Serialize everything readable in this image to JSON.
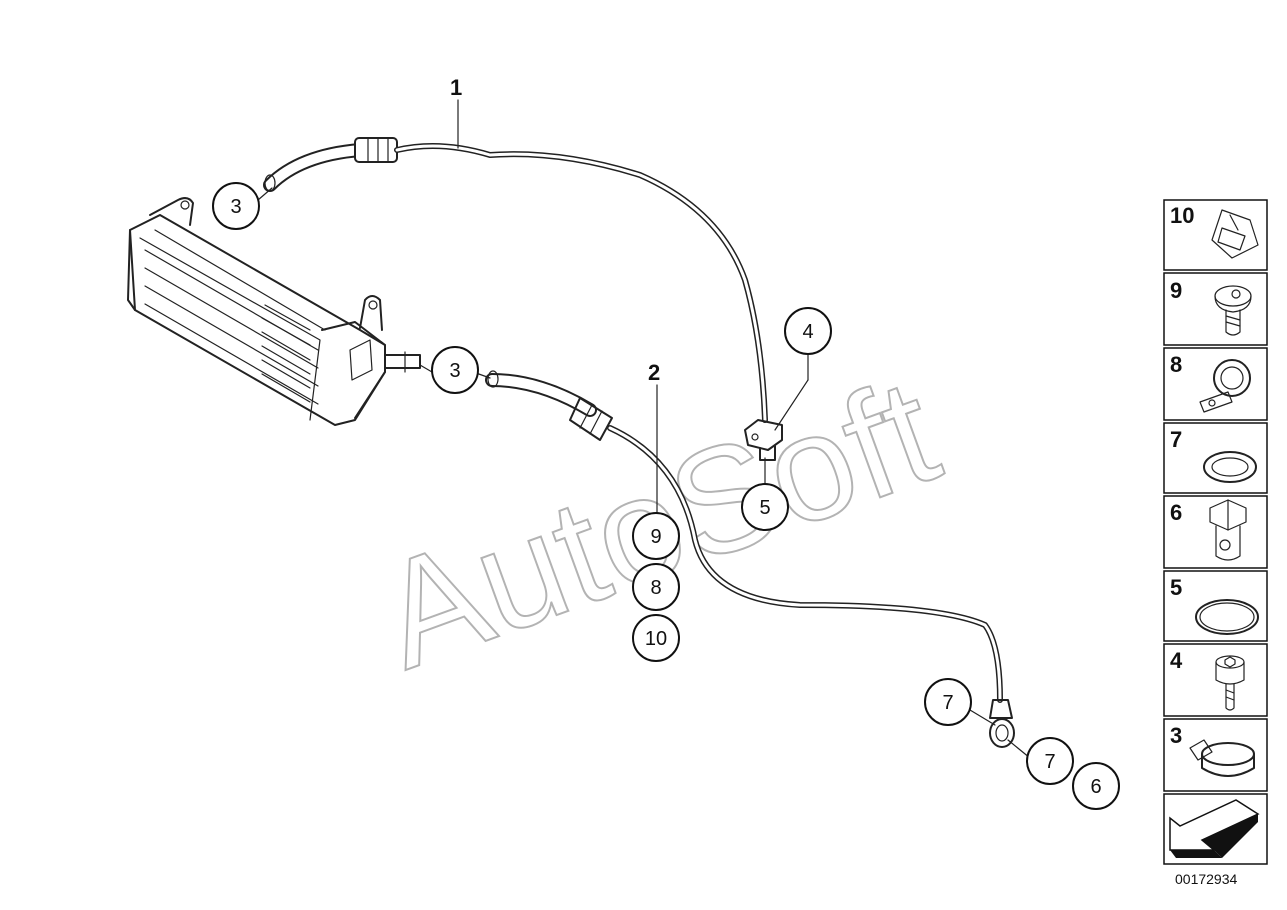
{
  "watermark": "AutoSoft",
  "diagram_code": "00172934",
  "callouts": {
    "part_1": "1",
    "part_2": "2",
    "hose_clamp_upper": "3",
    "hose_clamp_lower": "3",
    "screw_4": "4",
    "seal_5": "5",
    "stack_9": "9",
    "stack_8": "8",
    "stack_10": "10",
    "washer_7_left": "7",
    "washer_7_right": "7",
    "banjo_6": "6"
  },
  "legend": [
    {
      "number": "10",
      "icon": "spring-nut-icon"
    },
    {
      "number": "9",
      "icon": "torx-screw-icon"
    },
    {
      "number": "8",
      "icon": "pipe-clip-icon"
    },
    {
      "number": "7",
      "icon": "sealing-ring-icon"
    },
    {
      "number": "6",
      "icon": "banjo-bolt-icon"
    },
    {
      "number": "5",
      "icon": "o-ring-icon"
    },
    {
      "number": "4",
      "icon": "socket-head-screw-icon"
    },
    {
      "number": "3",
      "icon": "hose-clamp-icon"
    }
  ],
  "nav_icon": "arrow-back-icon",
  "colors": {
    "line": "#222222",
    "watermark": "#b3b3b3",
    "background": "#ffffff"
  }
}
